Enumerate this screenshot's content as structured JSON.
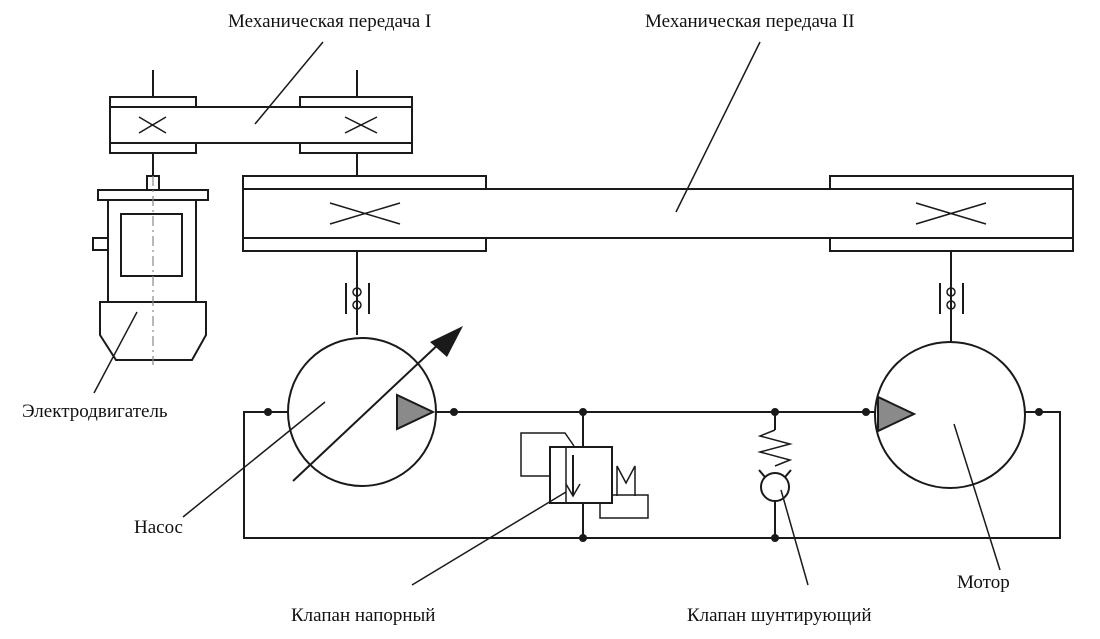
{
  "labels": {
    "gear1": "Механическая передача I",
    "gear2": "Механическая передача II",
    "electric_motor": "Электродвигатель",
    "pump": "Насос",
    "pressure_valve": "Клапан напорный",
    "bypass_valve": "Клапан шунтирующий",
    "motor": "Мотор"
  }
}
